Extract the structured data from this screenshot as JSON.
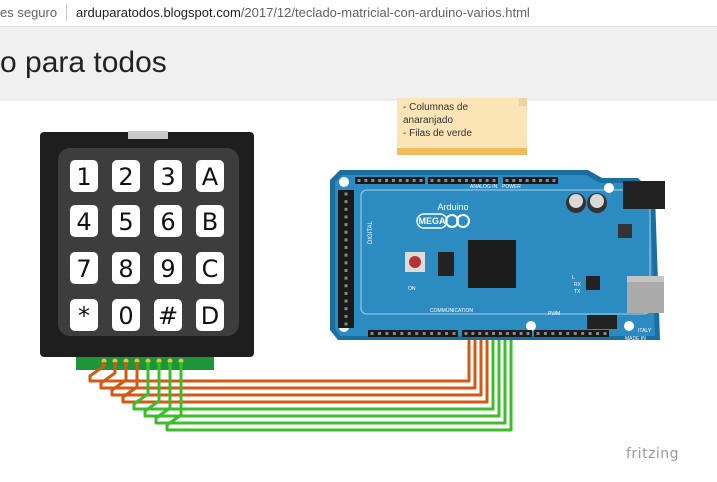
{
  "browser": {
    "security_text": "es seguro",
    "url_domain": "arduparatodos.blogspot.com",
    "url_path": "/2017/12/teclado-matricial-con-arduino-varios.html"
  },
  "blog": {
    "title": "o para todos"
  },
  "note": {
    "lines": [
      "- Columnas de",
      "anaranjado",
      "- Filas de verde"
    ]
  },
  "keypad": {
    "rows": [
      [
        "1",
        "2",
        "3",
        "A"
      ],
      [
        "4",
        "5",
        "6",
        "B"
      ],
      [
        "7",
        "8",
        "9",
        "C"
      ],
      [
        "*",
        "0",
        "#",
        "D"
      ]
    ]
  },
  "board": {
    "brand": "Arduino",
    "model": "MEGA",
    "digital_label": "DIGITAL",
    "communication_label": "COMMUNICATION",
    "power_label": "POWER",
    "analog_label": "ANALOG IN",
    "pwm_label": "PWM",
    "made_in": "MADE IN",
    "italy": "ITALY",
    "rx_label": "RX",
    "tx_label": "TX",
    "l_label": "L",
    "on_label": "ON"
  },
  "wires": {
    "column_color": "#d35a14",
    "row_color": "#3bbf29"
  },
  "footer": {
    "brand": "fritzing"
  }
}
